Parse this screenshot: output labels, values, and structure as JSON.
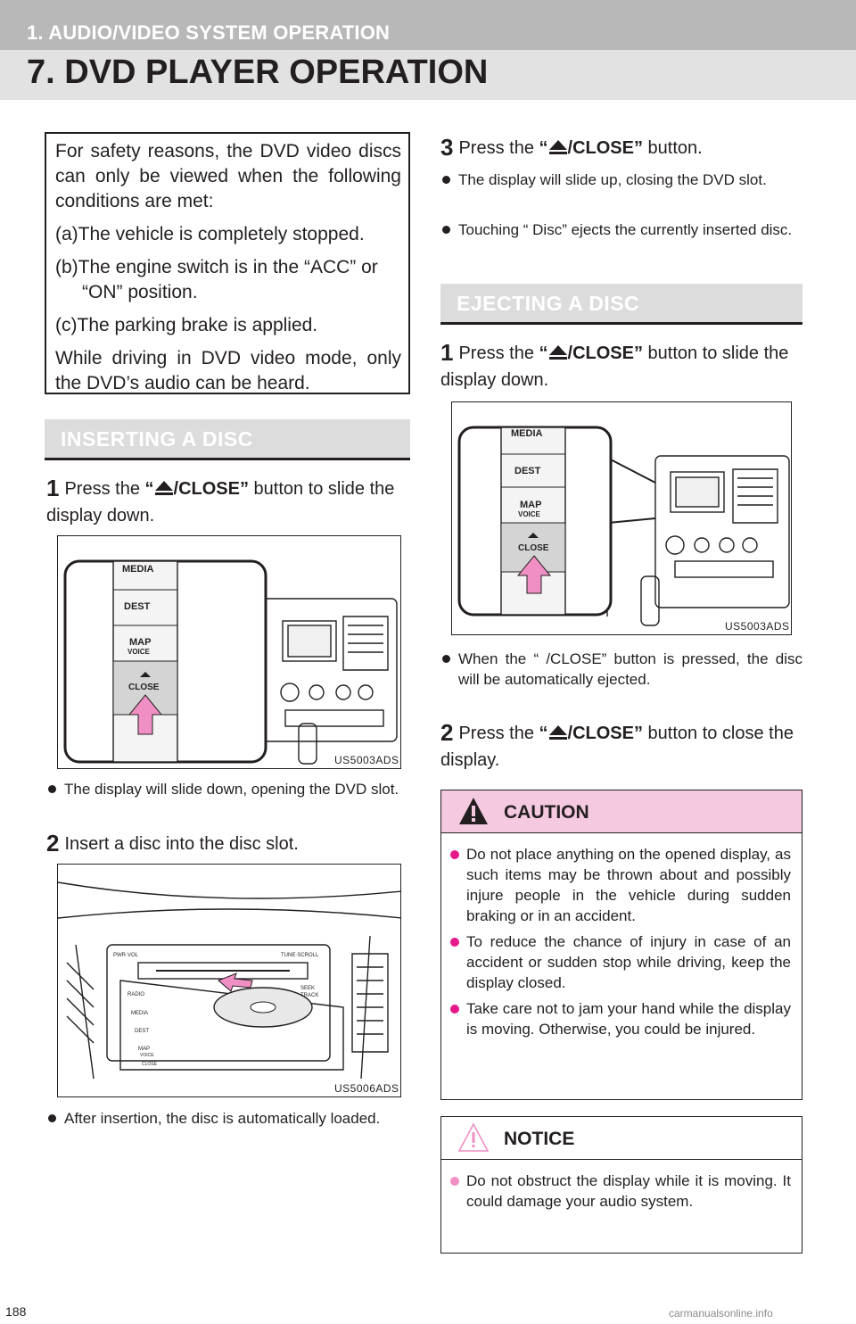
{
  "header": {
    "chapter": "1. AUDIO/VIDEO SYSTEM OPERATION",
    "title": "7. DVD PLAYER OPERATION"
  },
  "safety": {
    "intro": "For safety reasons, the DVD video discs can only be viewed when the following conditions are met:",
    "conditions": [
      "(a)The vehicle is completely stopped.",
      "(b)The engine switch is in the “ACC” or “ON” position.",
      "(c)The parking brake is applied."
    ],
    "footer": "While driving in DVD video mode, only the DVD’s audio can be heard."
  },
  "inserting": {
    "heading": "INSERTING A DISC",
    "step1": {
      "num": "1",
      "pre": "Press the ",
      "key": "“ /CLOSE”",
      "post": " button to slide the display down."
    },
    "fig1_label": "US5003ADS",
    "bullet1": "The display will slide down, opening the DVD slot.",
    "step2": {
      "num": "2",
      "text": "Insert a disc into the disc slot."
    },
    "fig2_label": "US5006ADS",
    "bullet2": "After insertion, the disc is automatically loaded."
  },
  "step3": {
    "num": "3",
    "pre": "Press the ",
    "key": "“ /CLOSE”",
    "post": " button.",
    "bullets": [
      "The display will slide up, closing the DVD slot.",
      "Touching “ Disc” ejects the currently inserted disc."
    ]
  },
  "ejecting": {
    "heading": "EJECTING A DISC",
    "step1": {
      "num": "1",
      "pre": "Press the ",
      "key": "“ /CLOSE”",
      "post": " button to slide the display down."
    },
    "fig_label": "US5003ADS",
    "bullet": "When the “ /CLOSE” button is pressed, the disc will be automatically ejected.",
    "step2": {
      "num": "2",
      "pre": "Press the ",
      "key": "“ /CLOSE”",
      "post": " button to close the display."
    }
  },
  "figure_buttons": [
    "MEDIA",
    "DEST",
    "MAP",
    "VOICE",
    "CLOSE"
  ],
  "figure2_buttons": [
    "PWR·VOL",
    "RADIO",
    "MEDIA",
    "DEST",
    "MAP",
    "VOICE",
    "CLOSE",
    "TUNE·SCROLL",
    "SEEK",
    "TRACK"
  ],
  "caution": {
    "title": "CAUTION",
    "items": [
      "Do not place anything on the opened display, as such items may be thrown about and possibly injure people in the vehicle during sudden braking or in an accident.",
      "To reduce the chance of injury in case of an accident or sudden stop while driving, keep the display closed.",
      "Take care not to jam your hand while the display is moving. Otherwise, you could be injured."
    ]
  },
  "notice": {
    "title": "NOTICE",
    "items": [
      "Do not obstruct the display while it is moving. It could damage your audio system."
    ]
  },
  "page_number": "188",
  "watermark": "carmanualsonline.info",
  "colors": {
    "caution_bg": "#f5cae0",
    "bullet_pink": "#e6198a",
    "section_bg": "#dcdcdc"
  }
}
